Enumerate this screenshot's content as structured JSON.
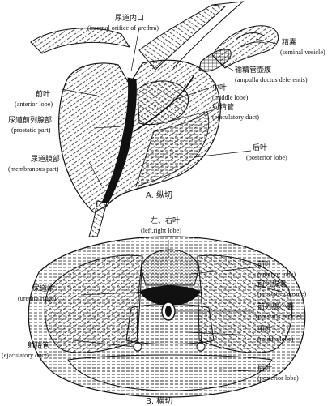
{
  "panel_a": {
    "caption": "A. 纵切",
    "labels": {
      "urethra_orifice_zh": "尿道内口",
      "urethra_orifice_en": "(internal orifice of urethra)",
      "seminal_vesicle_zh": "精囊",
      "seminal_vesicle_en": "(seminal vesicle)",
      "ampulla_zh": "输精管壶腹",
      "ampulla_en": "(ampulla ductus deferentis)",
      "anterior_lobe_zh": "前叶",
      "anterior_lobe_en": "(anterior lobe)",
      "middle_lobe_zh": "中叶",
      "middle_lobe_en": "(middle lobe)",
      "ejaculatory_duct_zh": "射精管",
      "ejaculatory_duct_en": "(ejaculatory duct)",
      "prostatic_part_zh": "尿道前列腺部",
      "prostatic_part_en": "(prostatic part)",
      "posterior_lobe_zh": "后叶",
      "posterior_lobe_en": "(posterior lobe)",
      "membranous_part_zh": "尿道膜部",
      "membranous_part_en": "(membranous part)"
    }
  },
  "panel_b": {
    "caption": "B. 横切",
    "labels": {
      "lr_lobe_zh": "左、右叶",
      "lr_lobe_en": "(left,right lobe)",
      "anterior_lobe_zh": "前叶",
      "anterior_lobe_en": "(anterior lobe)",
      "capsule_zh": "前列腺囊",
      "capsule_en": "(prostatic capsule)",
      "urethra_ridge_zh": "尿道嵴",
      "urethra_ridge_en": "(urethra ridge)",
      "utricle_zh": "前列腺小囊",
      "utricle_en": "(prostatic utricle)",
      "middle_lobe_zh": "中叶",
      "middle_lobe_en": "(middle lobe)",
      "ejaculatory_duct_zh": "射精管",
      "ejaculatory_duct_en": "(ejaculatory duct)",
      "posterior_lobe_zh": "后叶",
      "posterior_lobe_en": "(posterior lobe)"
    }
  }
}
